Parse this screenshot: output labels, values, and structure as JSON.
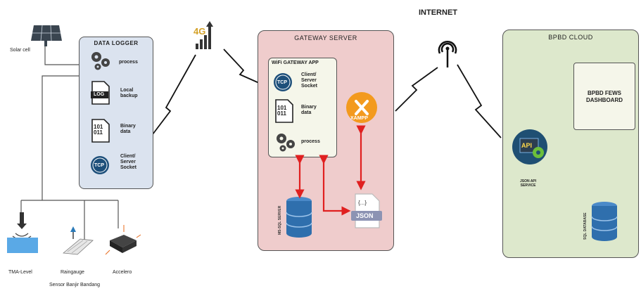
{
  "title": "INTERNET",
  "network_label": "4G",
  "solar": {
    "label": "Solar cell"
  },
  "data_logger": {
    "title": "DATA LOGGER",
    "items": [
      "process",
      "Local\nbackup",
      "Binary\ndata",
      "Client/\nServer\nSocket"
    ],
    "log_text": "LOG",
    "binary_text": "101\n011",
    "tcp_text": "TCP"
  },
  "gateway": {
    "title": "GATEWAY SERVER",
    "app_title": "WiFi GATEWAY APP",
    "items": [
      "Client/\nServer\nSocket",
      "Binary\ndata",
      "process"
    ],
    "binary_text": "101\n011",
    "tcp_text": "TCP",
    "xampp_label": "XAMPP",
    "db_label": "MS-SQL SERVER",
    "json_label": "JSON",
    "json_braces": "{...}"
  },
  "cloud": {
    "title": "BPBD CLOUD",
    "dashboard_label": "BPBD FEWS\nDASHBOARD",
    "api_text": "API",
    "api_label": "JSON API\nSERVICE",
    "db_label": "SQL DATABASE"
  },
  "sensors": {
    "items": [
      "TMA-Level",
      "Raingauge",
      "Accelero"
    ],
    "caption": "Sensor Banjir Bandang"
  },
  "colors": {
    "logger_fill": "#dbe3ef",
    "gateway_fill": "#efcccc",
    "cloud_fill": "#dde8cc",
    "arrow": "#e02020",
    "db_blue": "#2f6fad",
    "xampp_orange": "#f39a1e"
  }
}
